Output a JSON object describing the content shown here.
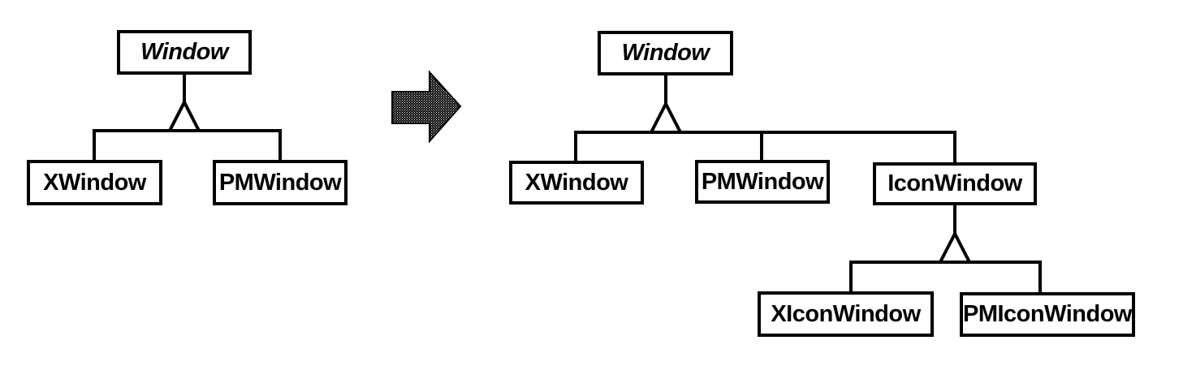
{
  "figure": {
    "description": "Window class hierarchy before and after adding icon window subclasses",
    "before_tree": {
      "root": "Window",
      "children": [
        "XWindow",
        "PMWindow"
      ]
    },
    "transform_arrow": "right-block-arrow",
    "after_tree": {
      "root": "Window",
      "children": [
        "XWindow",
        "PMWindow",
        "IconWindow"
      ],
      "iconwindow_children": [
        "XIconWindow",
        "PMIconWindow"
      ]
    },
    "colors": {
      "line": "#000000",
      "background": "#ffffff",
      "box_fill": "#ffffff",
      "arrow_fill": "#111111"
    }
  }
}
